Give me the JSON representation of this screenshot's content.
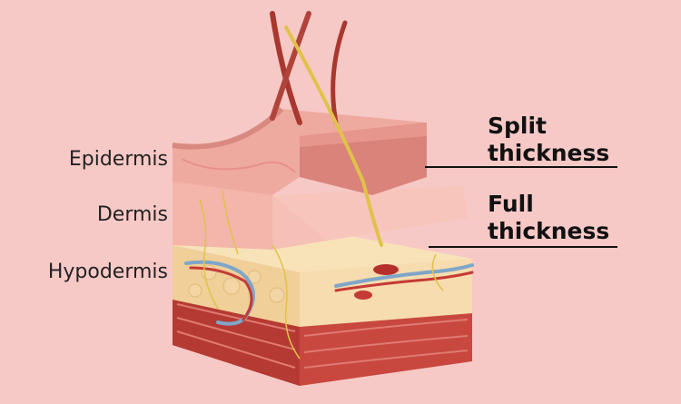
{
  "labels": {
    "epidermis": "Epidermis",
    "dermis": "Dermis",
    "hypodermis": "Hypodermis",
    "split_line1": "Split",
    "split_line2": "thickness",
    "full_line1": "Full",
    "full_line2": "thickness"
  },
  "colors": {
    "background": "#f7c9c6",
    "epidermis": "#e8a59c",
    "dermis": "#f3b6ad",
    "hypodermis": "#f1d4a2",
    "muscle": "#c8483f",
    "hair": "#a8382f",
    "vein": "#7fa6c9",
    "artery": "#c43a36",
    "nerve": "#e0c24a"
  }
}
